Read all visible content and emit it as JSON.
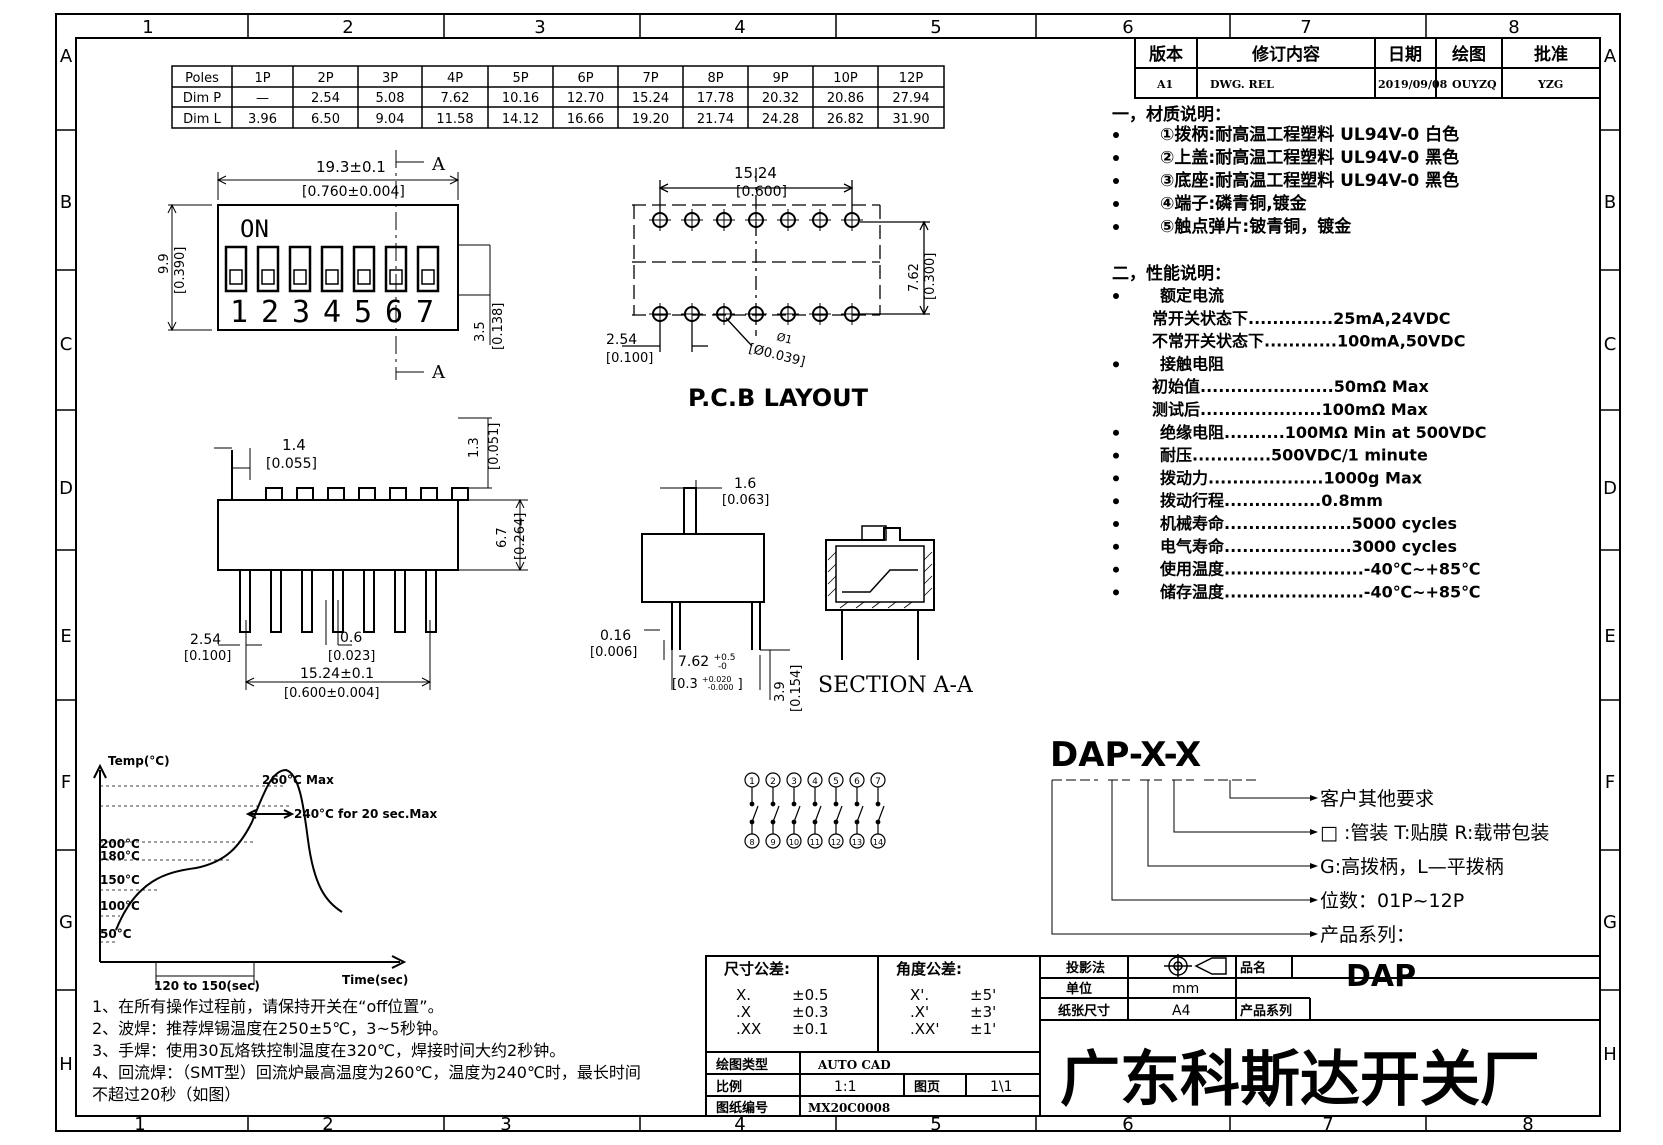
{
  "border": {
    "cols": [
      "1",
      "2",
      "3",
      "4",
      "5",
      "6",
      "7",
      "8"
    ],
    "rows": [
      "A",
      "B",
      "C",
      "D",
      "E",
      "F",
      "G",
      "H"
    ]
  },
  "revision": {
    "headers": [
      "版本",
      "修订内容",
      "日期",
      "绘图",
      "批准"
    ],
    "row": [
      "A1",
      "DWG. REL",
      "2019/09/08",
      "OUYZQ",
      "YZG"
    ]
  },
  "poles_table": {
    "rows": [
      [
        "Poles",
        "1P",
        "2P",
        "3P",
        "4P",
        "5P",
        "6P",
        "7P",
        "8P",
        "9P",
        "10P",
        "12P"
      ],
      [
        "Dim P",
        "—",
        "2.54",
        "5.08",
        "7.62",
        "10.16",
        "12.70",
        "15.24",
        "17.78",
        "20.32",
        "20.86",
        "27.94"
      ],
      [
        "Dim L",
        "3.96",
        "6.50",
        "9.04",
        "11.58",
        "14.12",
        "16.66",
        "19.20",
        "21.74",
        "24.28",
        "26.82",
        "31.90"
      ]
    ]
  },
  "material": {
    "title": "一，材质说明：",
    "items": [
      "①拨柄:耐高温工程塑料 UL94V-0 白色",
      "②上盖:耐高温工程塑料 UL94V-0 黑色",
      "③底座:耐高温工程塑料 UL94V-0 黑色",
      "④端子:磷青铜,镀金",
      "⑤触点弹片:铍青铜，镀金"
    ]
  },
  "performance": {
    "title": "二，性能说明：",
    "rows": [
      {
        "bullet": true,
        "text": "额定电流"
      },
      {
        "bullet": false,
        "text": "常开关状态下..............25mA,24VDC"
      },
      {
        "bullet": false,
        "text": "不常开关状态下............100mA,50VDC"
      },
      {
        "bullet": true,
        "text": "接触电阻"
      },
      {
        "bullet": false,
        "text": "初始值......................50mΩ  Max"
      },
      {
        "bullet": false,
        "text": "测试后....................100mΩ  Max"
      },
      {
        "bullet": true,
        "text": "绝缘电阻..........100MΩ  Min at 500VDC"
      },
      {
        "bullet": true,
        "text": "耐压.............500VDC/1 minute"
      },
      {
        "bullet": true,
        "text": "拨动力...................1000g Max"
      },
      {
        "bullet": true,
        "text": "拨动行程................0.8mm"
      },
      {
        "bullet": true,
        "text": "机械寿命.....................5000 cycles"
      },
      {
        "bullet": true,
        "text": "电气寿命.....................3000 cycles"
      },
      {
        "bullet": true,
        "text": "使用温度.......................-40℃~+85℃"
      },
      {
        "bullet": true,
        "text": "储存温度.......................-40℃~+85℃"
      }
    ]
  },
  "front_view": {
    "dim_width": "19.3±0.1",
    "dim_width_in": "[0.760±0.004]",
    "section_mark": "A",
    "on_label": "ON",
    "numbers": [
      "1",
      "2",
      "3",
      "4",
      "5",
      "6",
      "7"
    ],
    "dim_height": "9.9",
    "dim_height_in": "[0.390]",
    "dim_side": "3.5",
    "dim_side_in": "[0.138]"
  },
  "pcb": {
    "dim_top": "15.24",
    "dim_top_in": "[0.600]",
    "dim_right": "7.62",
    "dim_right_in": "[0.300]",
    "dim_pitch": "2.54",
    "dim_pitch_in": "[0.100]",
    "dim_hole": "Ø1",
    "dim_hole_in": "[Ø0.039]",
    "title": "P.C.B LAYOUT"
  },
  "side_view": {
    "dim_tab": "1.4",
    "dim_tab_in": "[0.055]",
    "dim_top": "1.3",
    "dim_top_in": "[0.051]",
    "dim_h": "6.7",
    "dim_h_in": "[0.264]",
    "dim_pitch": "2.54",
    "dim_pitch_in": "[0.100]",
    "dim_pin": "0.6",
    "dim_pin_in": "[0.023]",
    "dim_span": "15.24±0.1",
    "dim_span_in": "[0.600±0.004]"
  },
  "end_view": {
    "dim_tab": "1.6",
    "dim_tab_in": "[0.063]",
    "dim_gap": "0.16",
    "dim_gap_in": "[0.006]",
    "dim_row": "7.62",
    "dim_row_tol_up": "+0.5",
    "dim_row_tol_dn": "-0",
    "dim_row_in": "[0.3",
    "dim_row_in_tol_up": "+0.020",
    "dim_row_in_tol_dn": "-0.000",
    "dim_row_in_close": "]",
    "dim_pin": "3.9",
    "dim_pin_in": "[0.154]"
  },
  "section_label": "SECTION  A-A",
  "schematic": {
    "top": [
      "1",
      "2",
      "3",
      "4",
      "5",
      "6",
      "7"
    ],
    "bottom": [
      "8",
      "9",
      "10",
      "11",
      "12",
      "13",
      "14"
    ]
  },
  "reflow": {
    "y_axis": "Temp(°C)",
    "x_axis": "Time(sec)",
    "peak": "260°C Max",
    "hold": "240°C for 20 sec.Max",
    "t200": "200°C",
    "t180": "180°C",
    "t150": "150°C",
    "t100": "100°C",
    "t50": "50°C",
    "range": "120 to 150(sec)"
  },
  "notes": [
    "1、在所有操作过程前，请保持开关在“off位置”。",
    "2、波焊：推荐焊锡温度在250±5℃，3~5秒钟。",
    "3、手焊：使用30瓦烙铁控制温度在320℃，焊接时间大约2秒钟。",
    "4、回流焊：（SMT型）回流炉最高温度为260℃，温度为240℃时，最长时间",
    "不超过20秒（如图）"
  ],
  "part_code": {
    "code": "DAP-X-X",
    "lines": [
      "客户其他要求",
      "□ :管装  T:贴膜    R:载带包装",
      "G:高拨柄，L—平拨柄",
      "位数：01P~12P",
      "产品系列："
    ]
  },
  "title_block": {
    "dim_tol_label": "尺寸公差:",
    "dim_tol": [
      [
        "X.",
        "±0.5"
      ],
      [
        ".X",
        "±0.3"
      ],
      [
        ".XX",
        "±0.1"
      ]
    ],
    "ang_tol_label": "角度公差:",
    "ang_tol": [
      [
        "X'.",
        "±5'"
      ],
      [
        ".X'",
        "±3'"
      ],
      [
        ".XX'",
        "±1'"
      ]
    ],
    "projection": "投影法",
    "unit_label": "单位",
    "unit": "mm",
    "paper_label": "纸张尺寸",
    "paper": "A4",
    "name_label": "品名",
    "name": "DAP",
    "series_label": "产品系列",
    "sw_label": "绘图类型",
    "sw": "AUTO CAD",
    "scale_label": "比例",
    "scale": "1:1",
    "page_label": "图页",
    "page": "1\\1",
    "dwg_label": "图纸编号",
    "dwg": "MX20C0008",
    "company": "广东科斯达开关厂"
  }
}
